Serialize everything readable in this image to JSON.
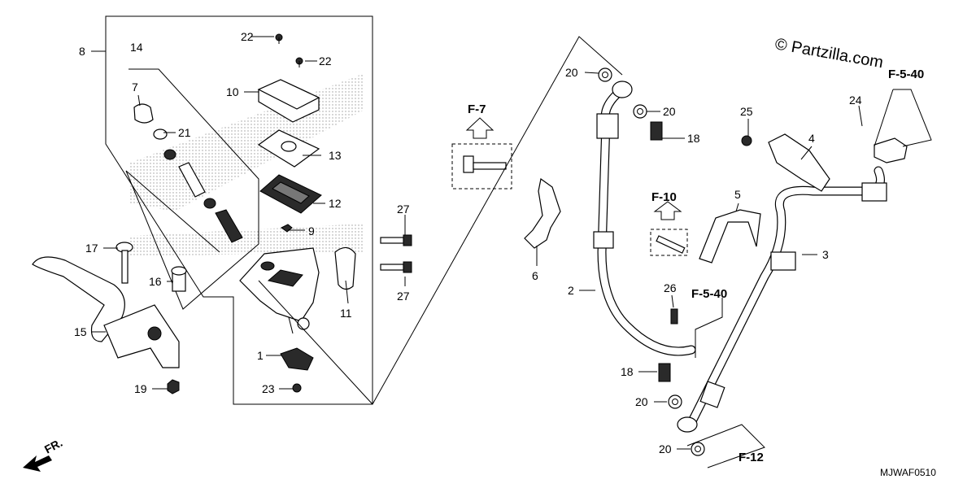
{
  "watermark": "© Partzilla.com",
  "diagram_code": "MJWAF0510",
  "direction_label": "FR.",
  "refs": {
    "f7": "F-7",
    "f10": "F-10",
    "f540a": "F-5-40",
    "f540b": "F-5-40",
    "f12": "F-12"
  },
  "callouts": {
    "c1": "1",
    "c2": "2",
    "c3": "3",
    "c4": "4",
    "c5": "5",
    "c6": "6",
    "c7": "7",
    "c8": "8",
    "c9": "9",
    "c10": "10",
    "c11": "11",
    "c12": "12",
    "c13": "13",
    "c14": "14",
    "c15": "15",
    "c16": "16",
    "c17": "17",
    "c18a": "18",
    "c18b": "18",
    "c19": "19",
    "c20a": "20",
    "c20b": "20",
    "c20c": "20",
    "c20d": "20",
    "c21": "21",
    "c22a": "22",
    "c22b": "22",
    "c23": "23",
    "c24": "24",
    "c25": "25",
    "c26": "26",
    "c27a": "27",
    "c27b": "27"
  }
}
